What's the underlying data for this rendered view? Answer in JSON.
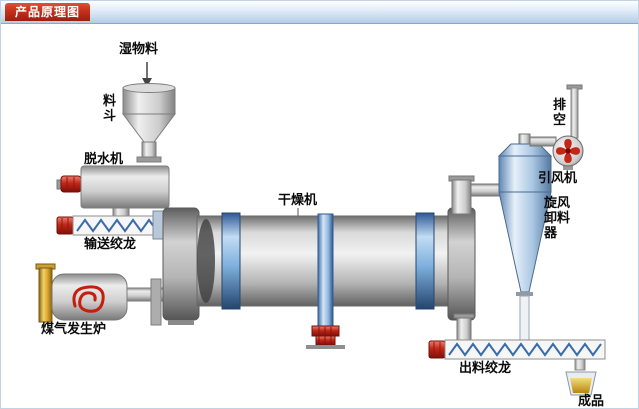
{
  "header": {
    "title": "产品原理图"
  },
  "diagram": {
    "labels": {
      "wet_material": "湿物料",
      "hopper": "料斗",
      "dehydrator": "脱水机",
      "feed_auger": "输送绞龙",
      "gas_furnace": "煤气发生炉",
      "dryer": "干燥机",
      "vent": "排空",
      "draft_fan": "引风机",
      "cyclone_discharger": "旋风卸料器",
      "discharge_auger": "出料绞龙",
      "finished_product": "成品"
    },
    "colors": {
      "badge_red": "#c5301c",
      "machine_gray": "#c8c8c8",
      "band_blue": "#7fb0dd",
      "motor_red": "#c22718",
      "flame_red": "#c41e0c",
      "column_yellow": "#dca62e",
      "product_amber": "#d9a62e"
    }
  }
}
